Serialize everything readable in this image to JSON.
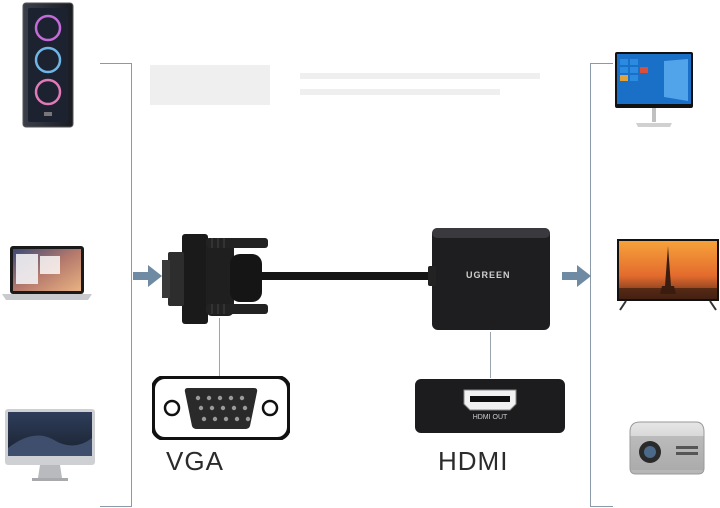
{
  "adapter": {
    "brand_logo": "UGREEN",
    "port_label": "HDMI OUT"
  },
  "labels": {
    "vga": "VGA",
    "hdmi": "HDMI"
  },
  "sources": [
    {
      "name": "desktop-tower-icon"
    },
    {
      "name": "laptop-icon"
    },
    {
      "name": "all-in-one-computer-icon"
    }
  ],
  "outputs": [
    {
      "name": "monitor-icon"
    },
    {
      "name": "television-icon"
    },
    {
      "name": "projector-icon"
    }
  ],
  "colors": {
    "arrow": "#6f8aa3",
    "bracket": "#8a9aa8",
    "adapter_body": "#1e1e20"
  }
}
